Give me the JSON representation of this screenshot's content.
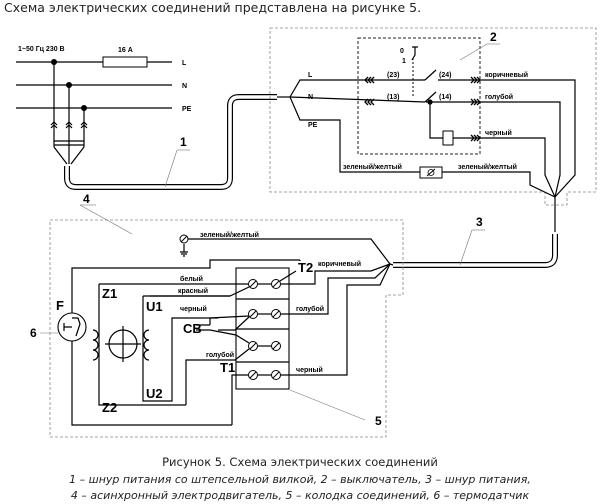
{
  "intro_text": "Схема электрических соединений представлена на рисунке 5.",
  "supply": {
    "voltage_label": "1~50 Гц 230 В",
    "fuse_label": "16 А",
    "line_labels": [
      "L",
      "N",
      "PE"
    ]
  },
  "switch_block": {
    "number": "2",
    "positions": [
      "0",
      "1"
    ],
    "cable_labels": [
      "L",
      "N",
      "PE"
    ],
    "contacts_in": [
      "(23)",
      "(13)"
    ],
    "contacts_out": [
      "(24)",
      "(14)"
    ],
    "wire_colors": [
      "коричневый",
      "голубой",
      "черный"
    ],
    "ground_left": "зеленый/желтый",
    "ground_right": "зеленый/желтый"
  },
  "motor": {
    "number": "4",
    "ground_label": "зеленый/желтый",
    "terminals": {
      "Z1": "Z1",
      "Z2": "Z2",
      "U1": "U1",
      "U2": "U2",
      "T1": "T1",
      "T2": "T2",
      "CB": "CB",
      "F": "F"
    },
    "wire_labels": {
      "white": "белый",
      "red": "красный",
      "black_in": "черный",
      "blue_in": "голубой",
      "brown_out": "коричневый",
      "blue_out": "голубой",
      "black_out": "черный"
    }
  },
  "callouts": {
    "cord_plug": "1",
    "switch": "2",
    "cord": "3",
    "motor": "4",
    "terminal_block": "5",
    "thermo": "6"
  },
  "caption": {
    "title": "Рисунок 5. Схема электрических соединений",
    "line1": "1 – шнур питания со штепсельной вилкой, 2 – выключатель, 3 – шнур питания,",
    "line2": "4 – асинхронный электродвигатель, 5 – колодка соединений, 6 – термодатчик"
  }
}
